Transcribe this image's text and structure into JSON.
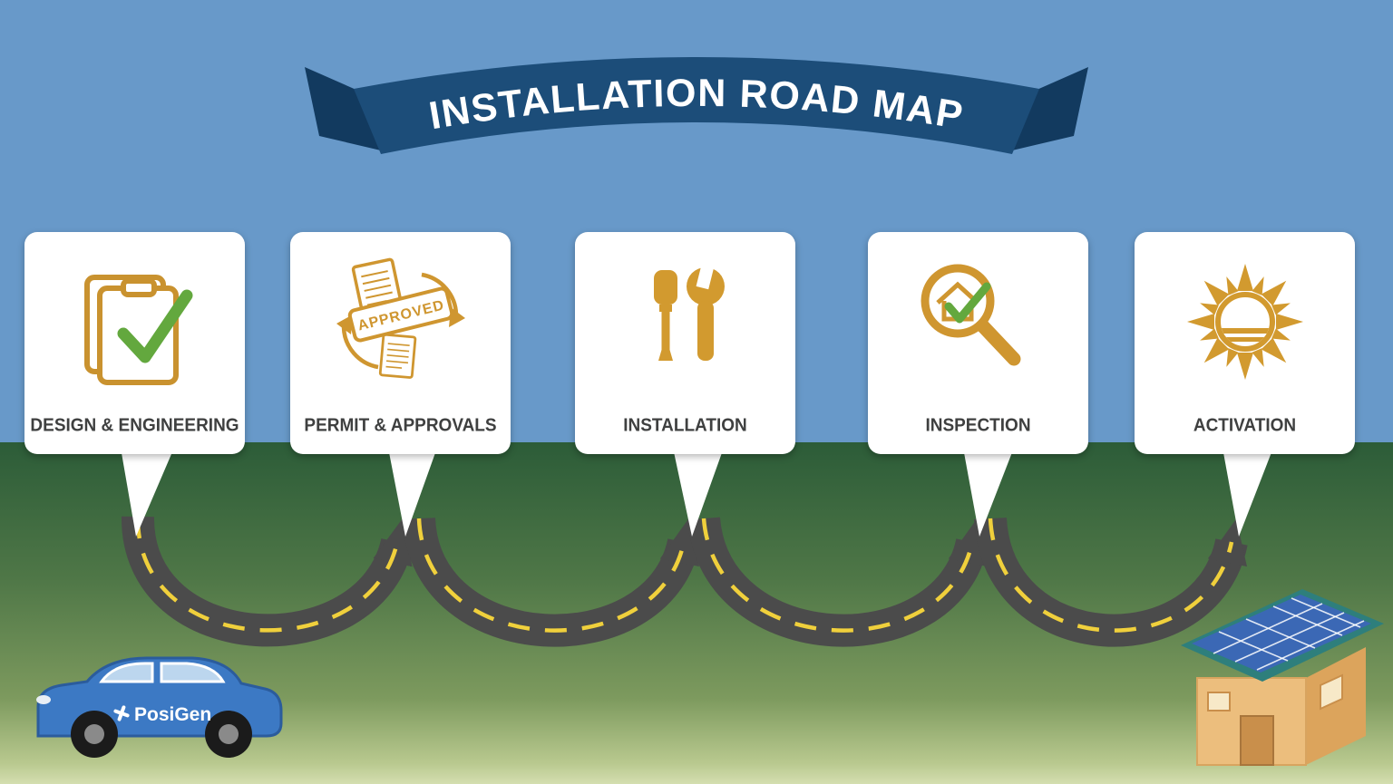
{
  "banner": {
    "text": "INSTALLATION ROAD MAP"
  },
  "steps": [
    {
      "label": "DESIGN & ENGINEERING",
      "icon": "clipboard-check-icon"
    },
    {
      "label": "PERMIT & APPROVALS",
      "icon": "documents-approved-icon",
      "stamp": "APPROVED"
    },
    {
      "label": "INSTALLATION",
      "icon": "screwdriver-wrench-icon"
    },
    {
      "label": "INSPECTION",
      "icon": "magnifier-house-icon"
    },
    {
      "label": "ACTIVATION",
      "icon": "sun-icon"
    }
  ],
  "car": {
    "brand": "PosiGen"
  },
  "icons": {
    "car": "posigen-car",
    "house": "solar-panel-house",
    "road": "winding-road-with-arrows"
  },
  "colors": {
    "sky": "#6899c9",
    "grass_top": "#2c5c38",
    "grass_bottom": "#d4deb0",
    "banner_navy": "#1c4d79",
    "banner_fold": "#123a5f",
    "gold": "#cf9630",
    "green_check": "#63a83e",
    "road_gray": "#4b4b4b",
    "road_dash_yellow": "#f0d03c",
    "car_blue": "#3c79c4",
    "card_bg": "#ffffff",
    "label_text": "#3f4040"
  }
}
